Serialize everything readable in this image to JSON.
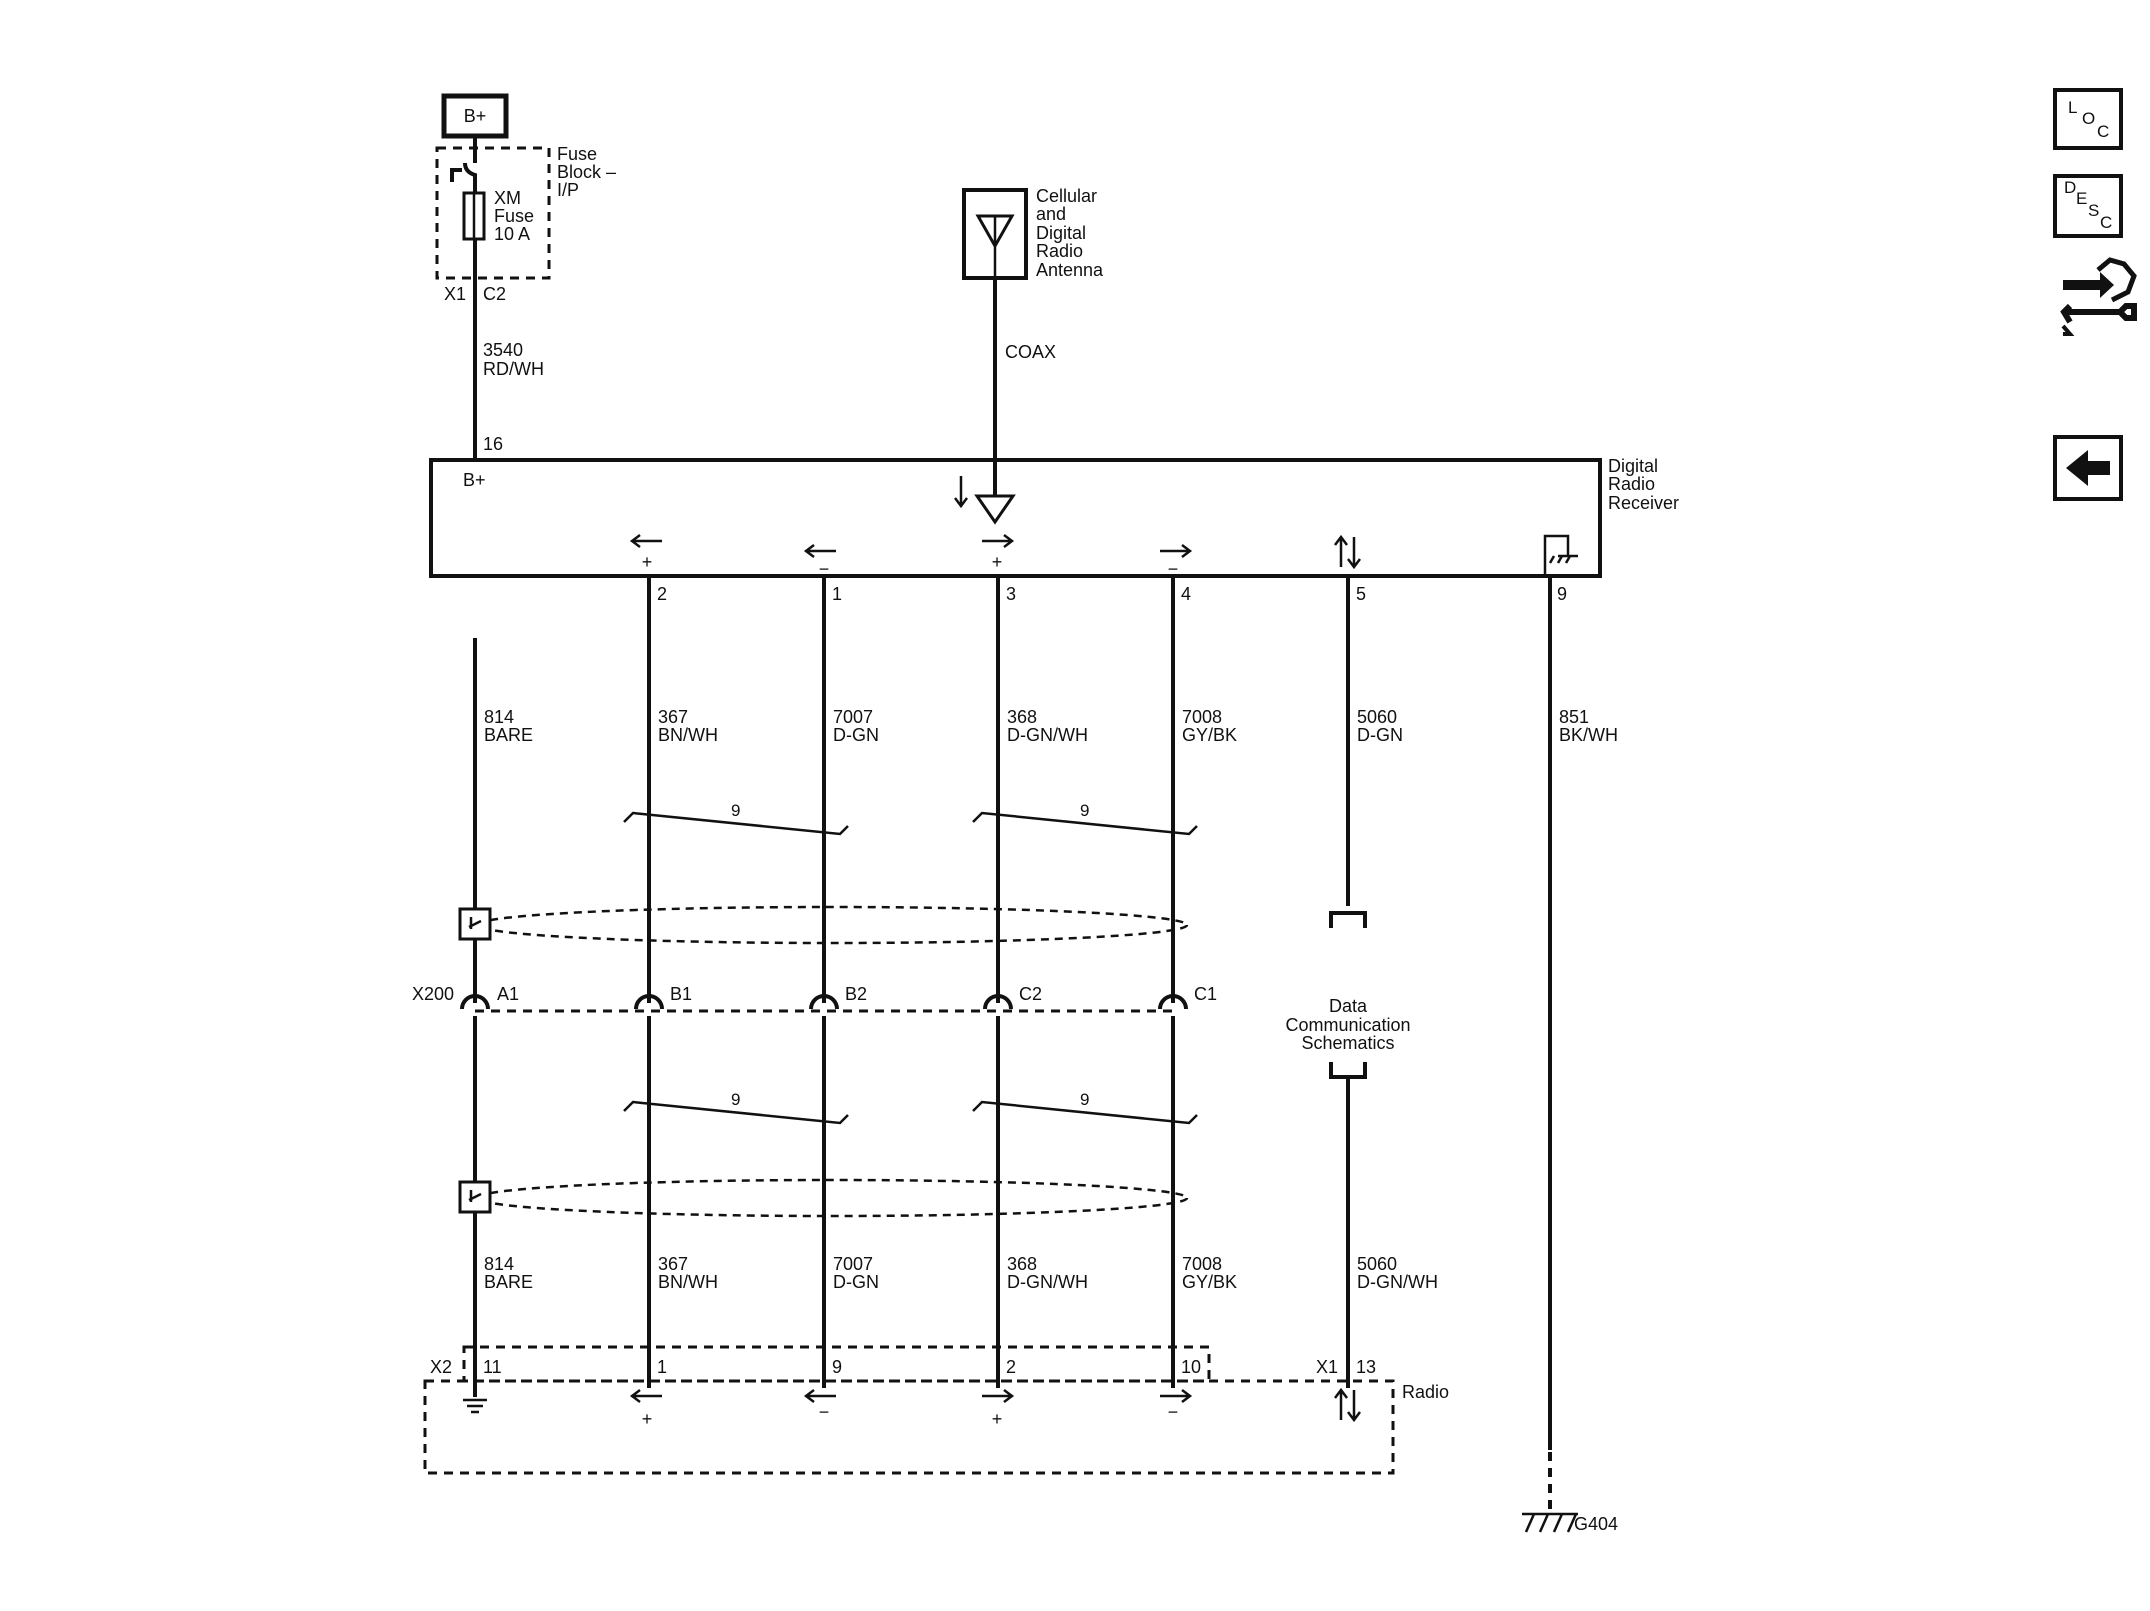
{
  "supply": {
    "label": "B+"
  },
  "fuse_block": {
    "name_line1": "Fuse",
    "name_line2": "Block –",
    "name_line3": "I/P",
    "fuse_line1": "XM",
    "fuse_line2": "Fuse",
    "fuse_line3": "10 A",
    "conn1": "X1",
    "conn2": "C2"
  },
  "supply_wire": {
    "circuit": "3540",
    "color": "RD/WH",
    "pin": "16"
  },
  "antenna": {
    "line1": "Cellular",
    "line2": "and",
    "line3": "Digital",
    "line4": "Radio",
    "line5": "Antenna",
    "cable": "COAX"
  },
  "receiver": {
    "line1": "Digital",
    "line2": "Radio",
    "line3": "Receiver",
    "bplus": "B+"
  },
  "receiver_pins": [
    "2",
    "1",
    "3",
    "4",
    "5",
    "9"
  ],
  "upper_wires": [
    {
      "circuit": "814",
      "color": "BARE"
    },
    {
      "circuit": "367",
      "color": "BN/WH"
    },
    {
      "circuit": "7007",
      "color": "D-GN"
    },
    {
      "circuit": "368",
      "color": "D-GN/WH"
    },
    {
      "circuit": "7008",
      "color": "GY/BK"
    },
    {
      "circuit": "5060",
      "color": "D-GN"
    },
    {
      "circuit": "851",
      "color": "BK/WH"
    }
  ],
  "twist_label": "9",
  "inline_connector": {
    "name": "X200",
    "pins": [
      "A1",
      "B1",
      "B2",
      "C2",
      "C1"
    ]
  },
  "data_comm": {
    "line1": "Data",
    "line2": "Communication",
    "line3": "Schematics"
  },
  "lower_wires": [
    {
      "circuit": "814",
      "color": "BARE"
    },
    {
      "circuit": "367",
      "color": "BN/WH"
    },
    {
      "circuit": "7007",
      "color": "D-GN"
    },
    {
      "circuit": "368",
      "color": "D-GN/WH"
    },
    {
      "circuit": "7008",
      "color": "GY/BK"
    },
    {
      "circuit": "5060",
      "color": "D-GN/WH"
    }
  ],
  "radio": {
    "name": "Radio",
    "conn_x2": "X2",
    "conn_x1": "X1",
    "pins": [
      "11",
      "1",
      "9",
      "2",
      "10",
      "13"
    ]
  },
  "signs": {
    "plus": "+",
    "minus": "−"
  },
  "ground": {
    "name": "G404"
  },
  "nav": {
    "loc": {
      "l1": "L",
      "l2": "O",
      "l3": "C"
    },
    "desc": {
      "l1": "D",
      "l2": "E",
      "l3": "S",
      "l4": "C"
    }
  }
}
